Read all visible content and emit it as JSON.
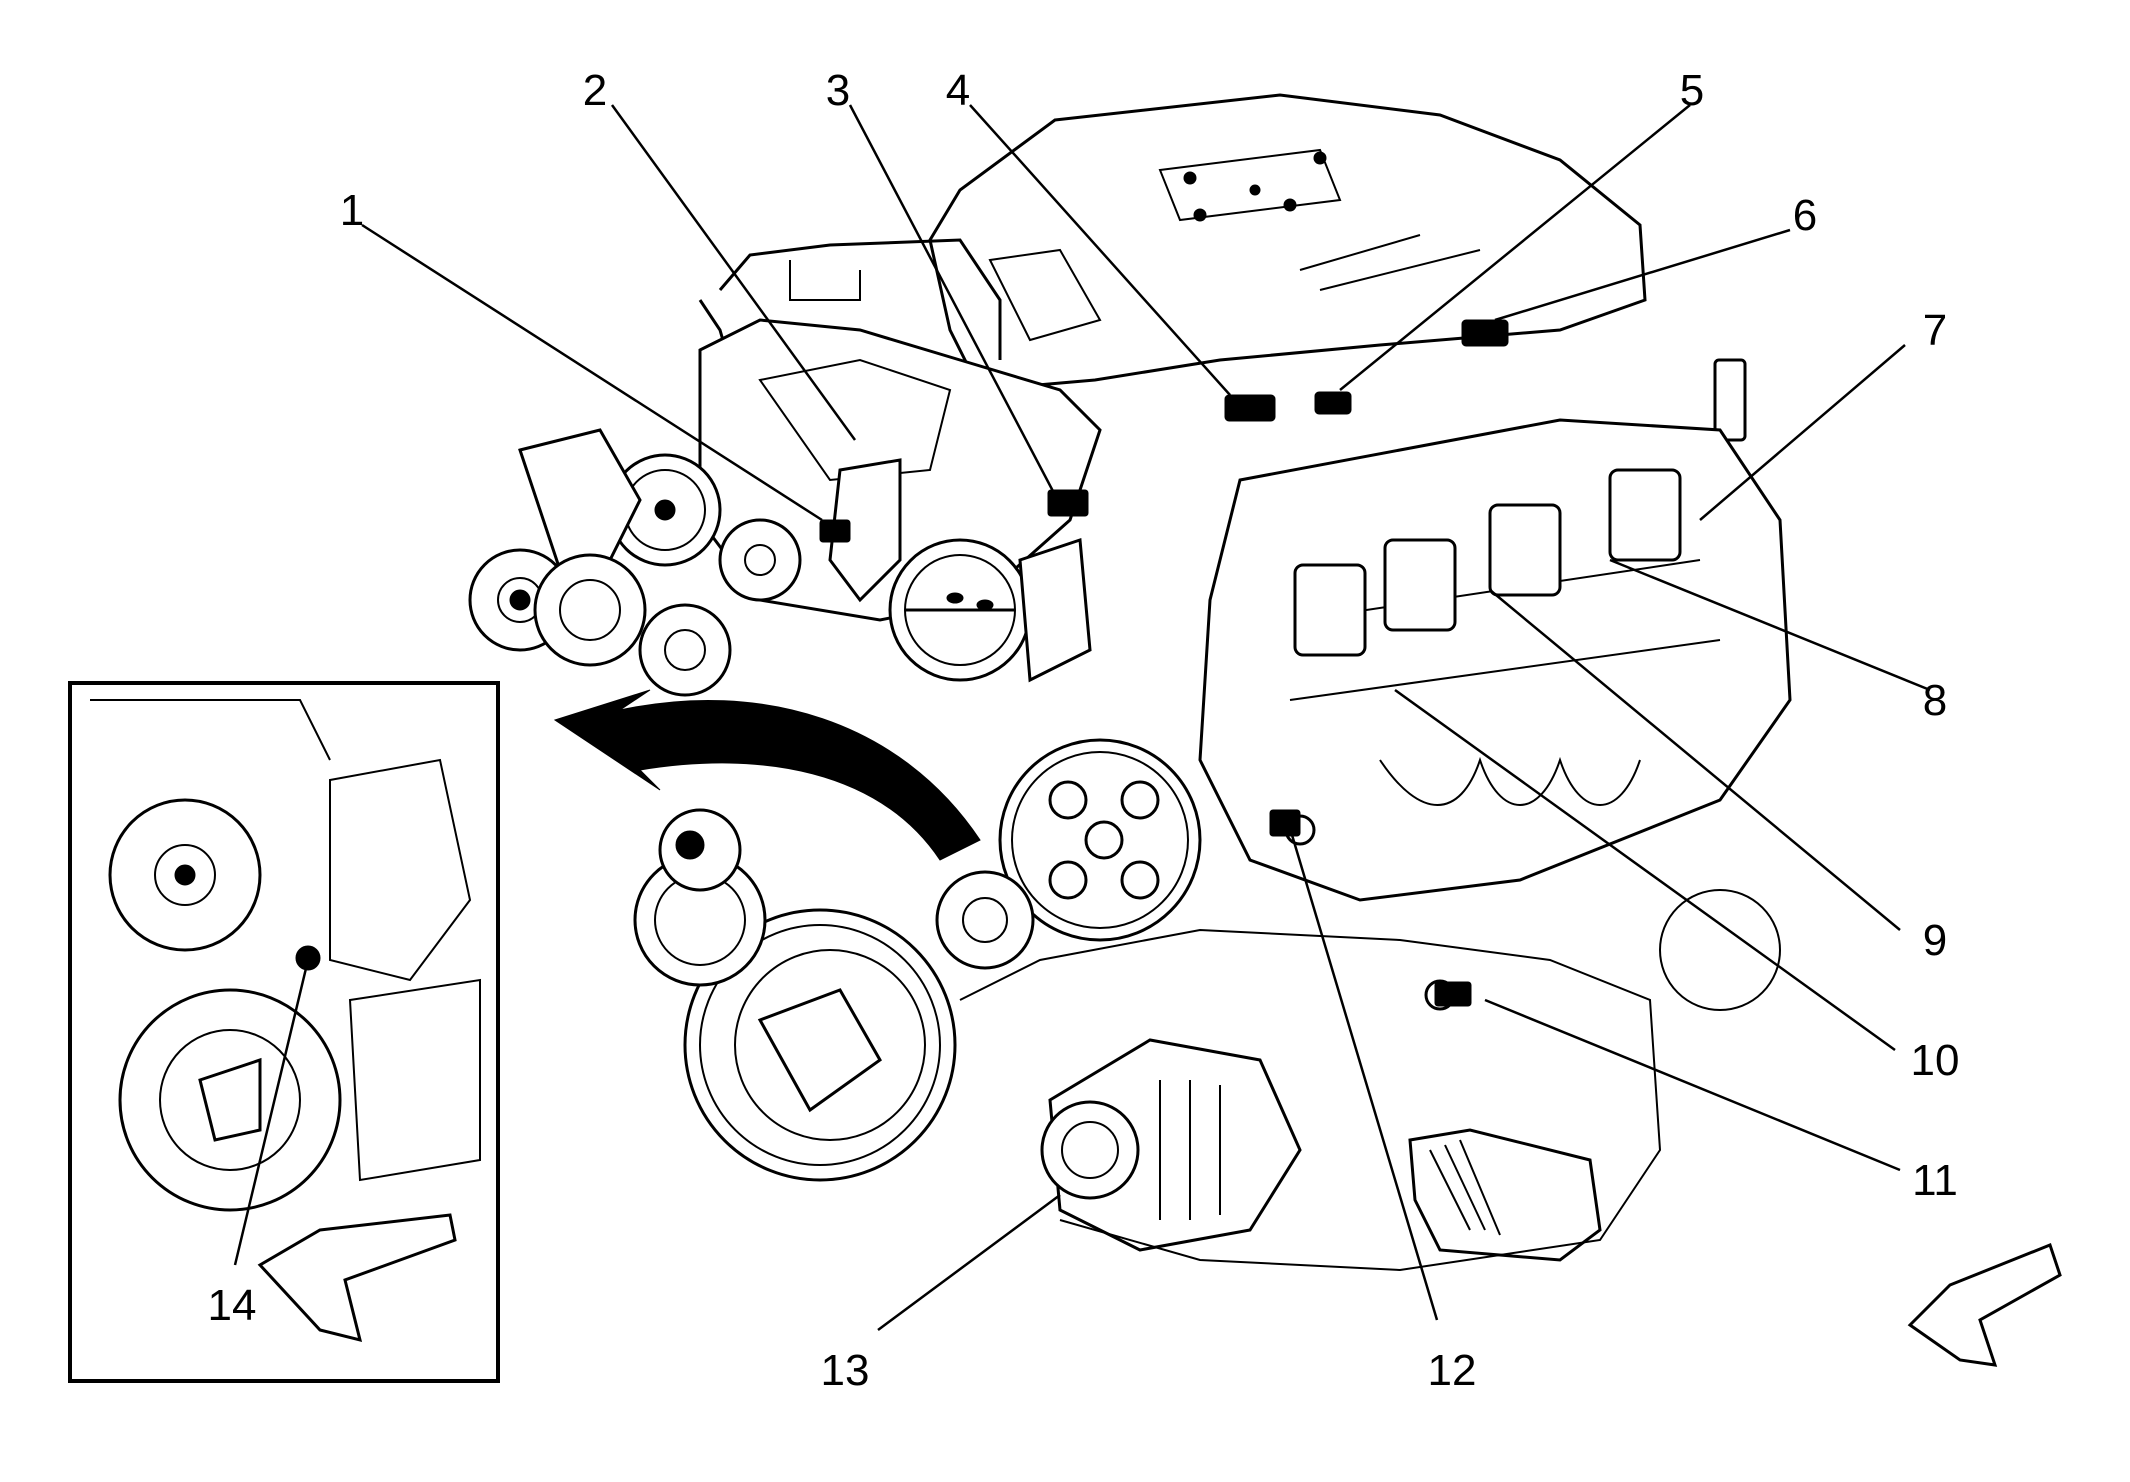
{
  "figure": {
    "callouts": [
      {
        "id": 1,
        "label": "1"
      },
      {
        "id": 2,
        "label": "2"
      },
      {
        "id": 3,
        "label": "3"
      },
      {
        "id": 4,
        "label": "4"
      },
      {
        "id": 5,
        "label": "5"
      },
      {
        "id": 6,
        "label": "6"
      },
      {
        "id": 7,
        "label": "7"
      },
      {
        "id": 8,
        "label": "8"
      },
      {
        "id": 9,
        "label": "9"
      },
      {
        "id": 10,
        "label": "10"
      },
      {
        "id": 11,
        "label": "11"
      },
      {
        "id": 12,
        "label": "12"
      },
      {
        "id": 13,
        "label": "13"
      },
      {
        "id": 14,
        "label": "14"
      }
    ],
    "inset_view": "engine front lower detail",
    "direction_arrows": [
      "view-direction-arrow-main",
      "view-direction-arrow-inset"
    ]
  }
}
